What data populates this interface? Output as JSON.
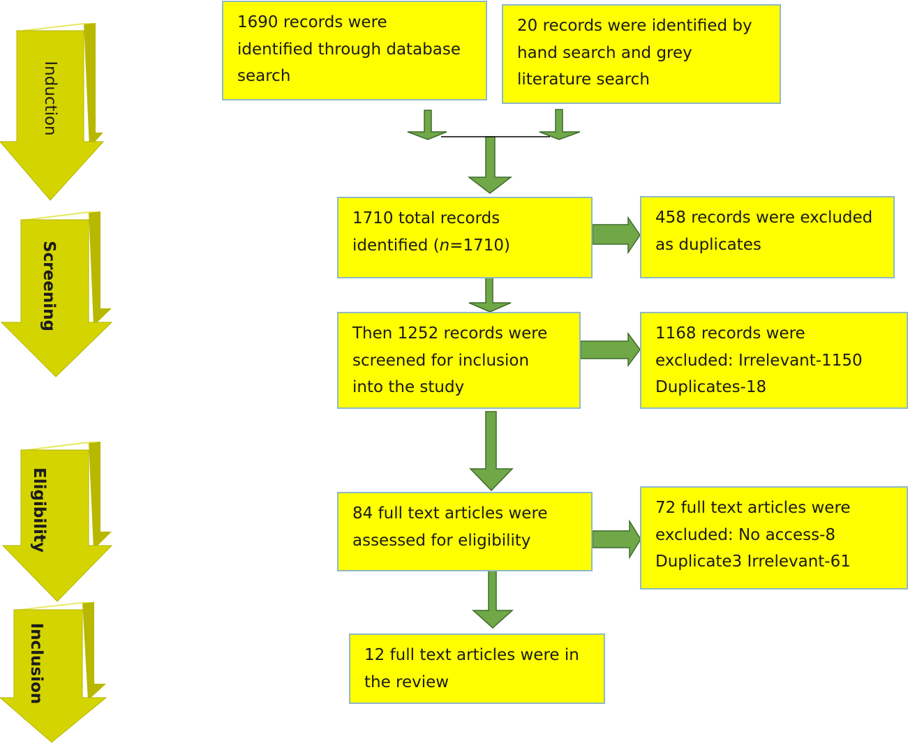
{
  "stages": [
    {
      "label": "Induction"
    },
    {
      "label": "Screening"
    },
    {
      "label": "Eligibility"
    },
    {
      "label": "Inclusion"
    }
  ],
  "boxes": {
    "database": {
      "lines": [
        "1690 records were",
        "identified through database",
        "search"
      ]
    },
    "hand": {
      "lines": [
        "20 records were identified by",
        "hand search and grey",
        "literature search"
      ]
    },
    "total": {
      "line1": "1710 total records",
      "line2_prefix": "identified (",
      "line2_italic": "n",
      "line2_suffix": "=1710)"
    },
    "dup_excluded": {
      "lines": [
        "458 records were excluded",
        "as duplicates"
      ]
    },
    "screened": {
      "lines": [
        "Then 1252 records were",
        "screened for inclusion",
        "into the study"
      ]
    },
    "screen_excluded": {
      "lines": [
        "1168 records were",
        "excluded: Irrelevant-1150",
        "Duplicates-18"
      ]
    },
    "full_text": {
      "lines": [
        "84 full text articles were",
        "assessed for eligibility"
      ]
    },
    "ft_excluded": {
      "lines": [
        "72 full text articles were",
        "excluded: No access-8",
        "Duplicate3 Irrelevant-61"
      ]
    },
    "included": {
      "lines": [
        "12 full text articles were in",
        "the review"
      ]
    }
  },
  "colors": {
    "box_fill": "#ffff00",
    "box_border": "#8fb8c8",
    "arrow_fill": "#70a848",
    "arrow_stroke": "#3f6a2a",
    "stage_front": "#d4d400",
    "stage_side": "#b8b800",
    "stage_top": "#e8e860"
  }
}
